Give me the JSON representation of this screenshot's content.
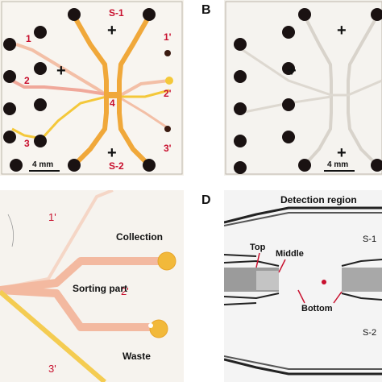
{
  "panels": {
    "A": {
      "labels": {
        "s1": "S-1",
        "s2": "S-2",
        "n1": "1",
        "n2": "2",
        "n3": "3",
        "n1p": "1'",
        "n2p": "2'",
        "n3p": "3'",
        "center": "4"
      },
      "scale": "4 mm",
      "plus": "+"
    },
    "B": {
      "label": "B",
      "scale": "4 mm",
      "plus": "+"
    },
    "C": {
      "labels": {
        "n1p": "1'",
        "n2p": "2'",
        "n3p": "3'"
      },
      "collection": "Collection",
      "sorting": "Sorting part",
      "waste": "Waste"
    },
    "D": {
      "label": "D",
      "title": "Detection region",
      "s1": "S-1",
      "s2": "S-2",
      "top": "Top",
      "middle": "Middle",
      "bottom": "Bottom"
    }
  },
  "colors": {
    "orange": "#f0a83a",
    "peach": "#f3bfa6",
    "yellow": "#f4c83a",
    "red": "#c8102e",
    "dark": "#1a1212"
  }
}
